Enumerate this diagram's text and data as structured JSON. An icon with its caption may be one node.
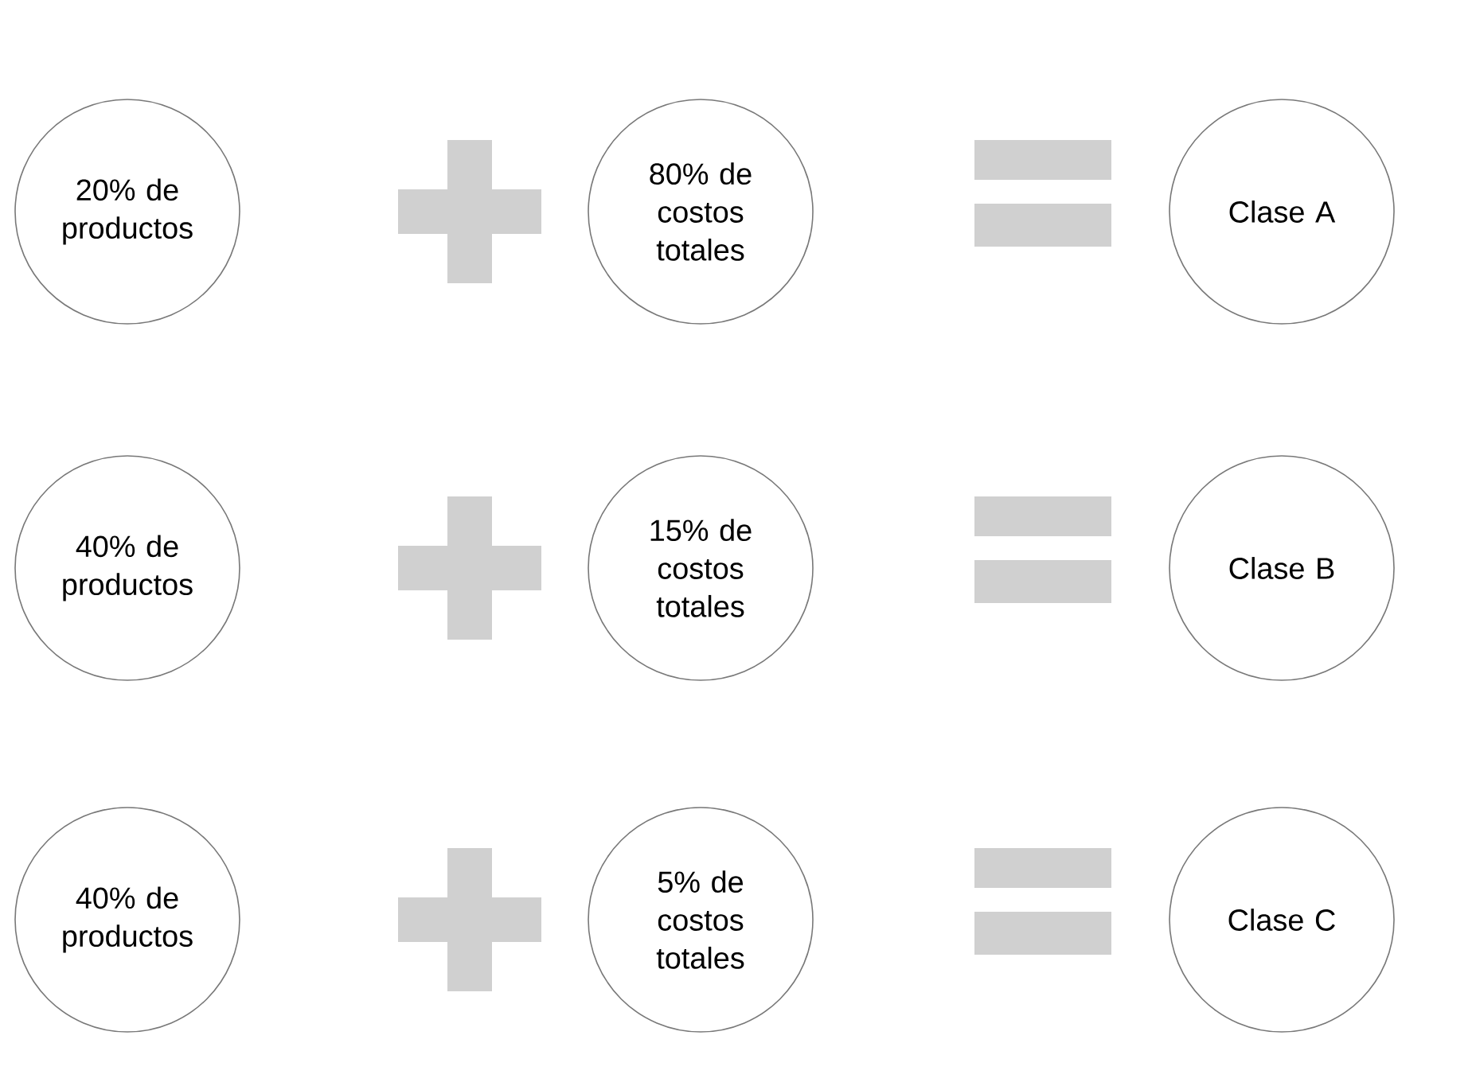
{
  "diagram": {
    "nodes": [
      {
        "text": [
          "20% de productos"
        ]
      },
      {
        "text": [
          "80% de costos totales"
        ]
      },
      {
        "text": [
          "Clase A"
        ]
      },
      {
        "text": [
          "40% de productos"
        ]
      },
      {
        "text": [
          "15% de costos totales"
        ]
      },
      {
        "text": [
          "Clase B"
        ]
      },
      {
        "text": [
          "40% de productos"
        ]
      },
      {
        "text": [
          "5% de costos totales"
        ]
      },
      {
        "text": [
          "Clase C"
        ]
      }
    ]
  }
}
